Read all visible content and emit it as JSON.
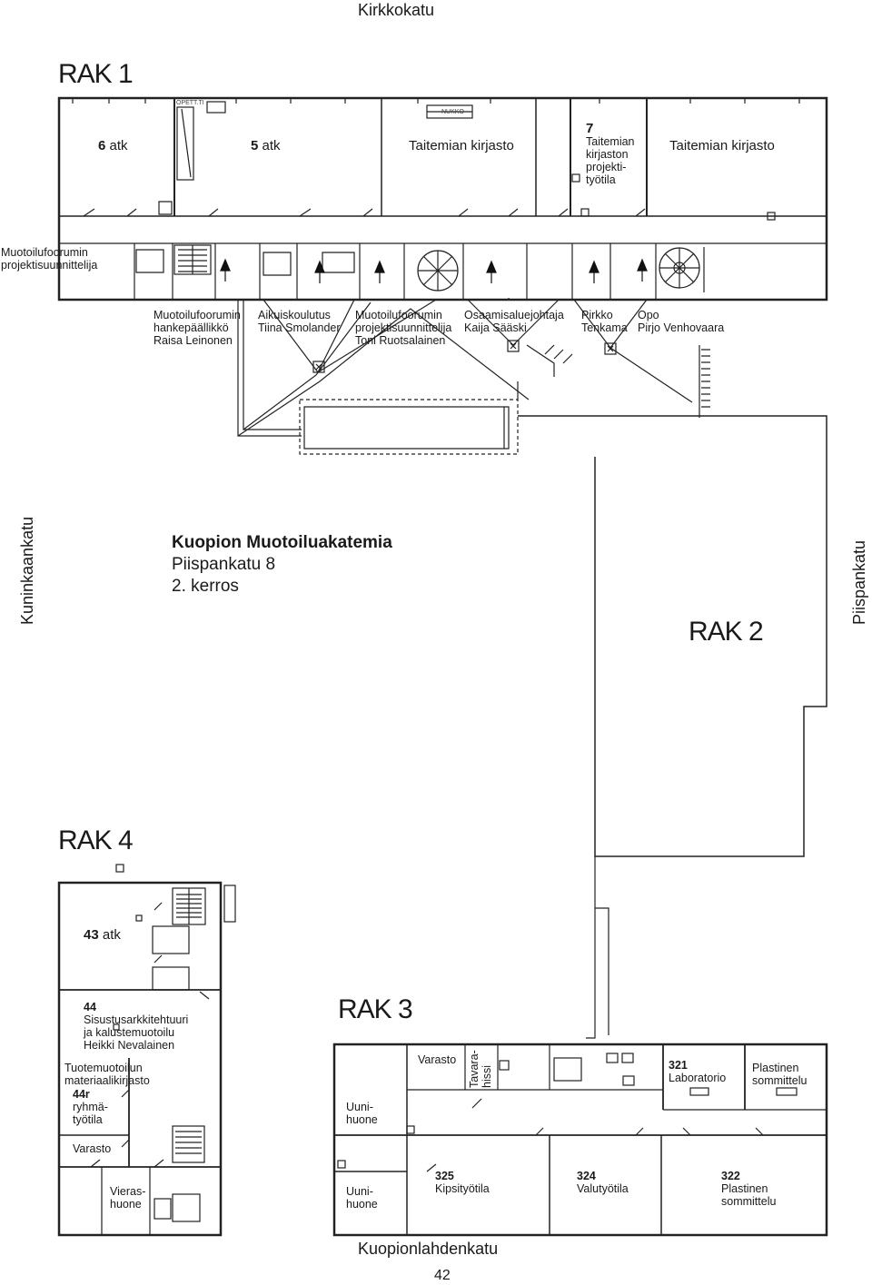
{
  "streets": {
    "north": "Kirkkokatu",
    "south": "Kuopionlahdenkatu",
    "west": "Kuninkaankatu",
    "east": "Piispankatu"
  },
  "buildings": {
    "rak1": "RAK 1",
    "rak2": "RAK 2",
    "rak3": "RAK 3",
    "rak4": "RAK 4"
  },
  "title": {
    "name": "Kuopion Muotoiluakatemia",
    "address": "Piispankatu 8",
    "floor": "2. kerros"
  },
  "page_number": "42",
  "rak1_rooms": {
    "r6_num": "6",
    "r6_label": "atk",
    "r5_num": "5",
    "r5_label": "atk",
    "library1": "Taitemian kirjasto",
    "r7_num": "7",
    "r7_label": [
      "Taitemian",
      "kirjaston",
      "projekti-",
      "työtila"
    ],
    "library2": "Taitemian kirjasto",
    "west_office": [
      "Muotoilufoorumin",
      "projektisuunnittelija"
    ],
    "small_opett": "OPETT.TI",
    "small_nukko": "NUKKO"
  },
  "rak1_offices": [
    {
      "lines": [
        "Muotoilufoorumin",
        "hankepäällikkö",
        "Raisa Leinonen"
      ]
    },
    {
      "lines": [
        "Aikuiskoulutus",
        "Tiina Smolander"
      ]
    },
    {
      "lines": [
        "Muotoilufoorumin",
        "projektisuunnittelija",
        "Toni Ruotsalainen"
      ]
    },
    {
      "lines": [
        "Osaamisaluejohtaja",
        "Kaija Sääski"
      ]
    },
    {
      "lines": [
        "Pirkko",
        "Tenkama"
      ]
    },
    {
      "lines": [
        "Opo",
        "Pirjo Venhovaara"
      ]
    }
  ],
  "rak4_rooms": {
    "r43_num": "43",
    "r43_label": "atk",
    "r44_num": "44",
    "r44_lines": [
      "Sisustusarkkitehtuuri",
      "ja kalustemuotoilu",
      "Heikki Nevalainen"
    ],
    "materials": [
      "Tuotemuotoilun",
      "materiaalikirjasto"
    ],
    "r44r_num": "44r",
    "r44r_lines": [
      "ryhmä-",
      "työtila"
    ],
    "storage": "Varasto",
    "guest": [
      "Vieras-",
      "huone"
    ]
  },
  "rak3_rooms": {
    "storage": "Varasto",
    "lift": [
      "Tavara-",
      "hissi"
    ],
    "kiln1": [
      "Uuni-",
      "huone"
    ],
    "kiln2": [
      "Uuni-",
      "huone"
    ],
    "r321_num": "321",
    "r321_label": "Laboratorio",
    "plastic_top": [
      "Plastinen",
      "sommittelu"
    ],
    "r325_num": "325",
    "r325_label": "Kipsityötila",
    "r324_num": "324",
    "r324_label": "Valutyötila",
    "r322_num": "322",
    "r322_lines": [
      "Plastinen",
      "sommittelu"
    ]
  }
}
